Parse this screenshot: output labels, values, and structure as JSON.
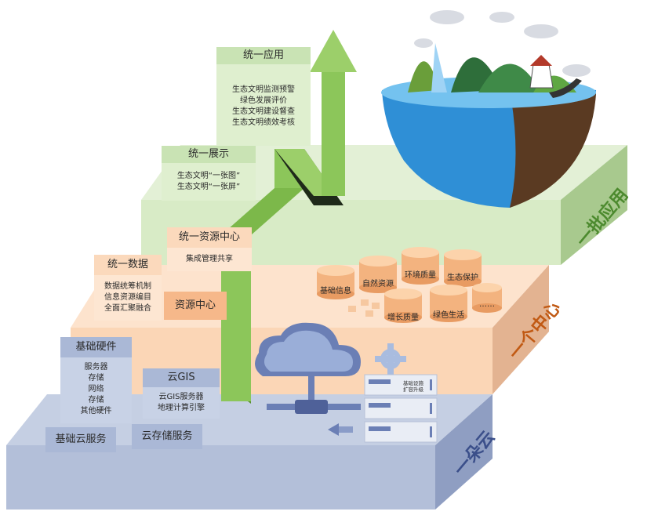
{
  "layers": {
    "top_label": "一批应用",
    "middle_label": "一个中心",
    "bottom_label": "一朵云"
  },
  "apps": {
    "unified_apps": {
      "title": "统一应用",
      "items": [
        "生态文明监测预警",
        "绿色发展评价",
        "生态文明建设督查",
        "生态文明绩效考核"
      ]
    },
    "unified_display": {
      "title": "统一展示",
      "items": [
        "生态文明“一张图”",
        "生态文明“一张屏”"
      ]
    }
  },
  "center": {
    "unified_resource_center": {
      "title": "统一资源中心",
      "item": "集成管理共享"
    },
    "unified_data": {
      "title": "统一数据",
      "items": [
        "数据统筹机制",
        "信息资源编目",
        "全面汇聚融合"
      ]
    },
    "resource_center": "资源中心",
    "databases": [
      "基础信息",
      "自然资源",
      "环境质量",
      "生态保护",
      "增长质量",
      "绿色生活",
      "……"
    ]
  },
  "cloud": {
    "hardware": {
      "title": "基础硬件",
      "items": [
        "服务器",
        "存储",
        "网络",
        "存储",
        "其他硬件"
      ]
    },
    "cloud_gis": {
      "title": "云GIS",
      "items": [
        "云GIS服务器",
        "地理计算引擎"
      ]
    },
    "basic_cloud_service": "基础云服务",
    "cloud_storage_service": "云存储服务",
    "server_label_line1": "基础设施",
    "server_label_line2": "扩容升级"
  },
  "colors": {
    "green_layer": "#d8ebc6",
    "orange_layer": "#fde3cd",
    "blue_layer": "#c5cfe3",
    "arrow_green": "#7cb84a"
  }
}
